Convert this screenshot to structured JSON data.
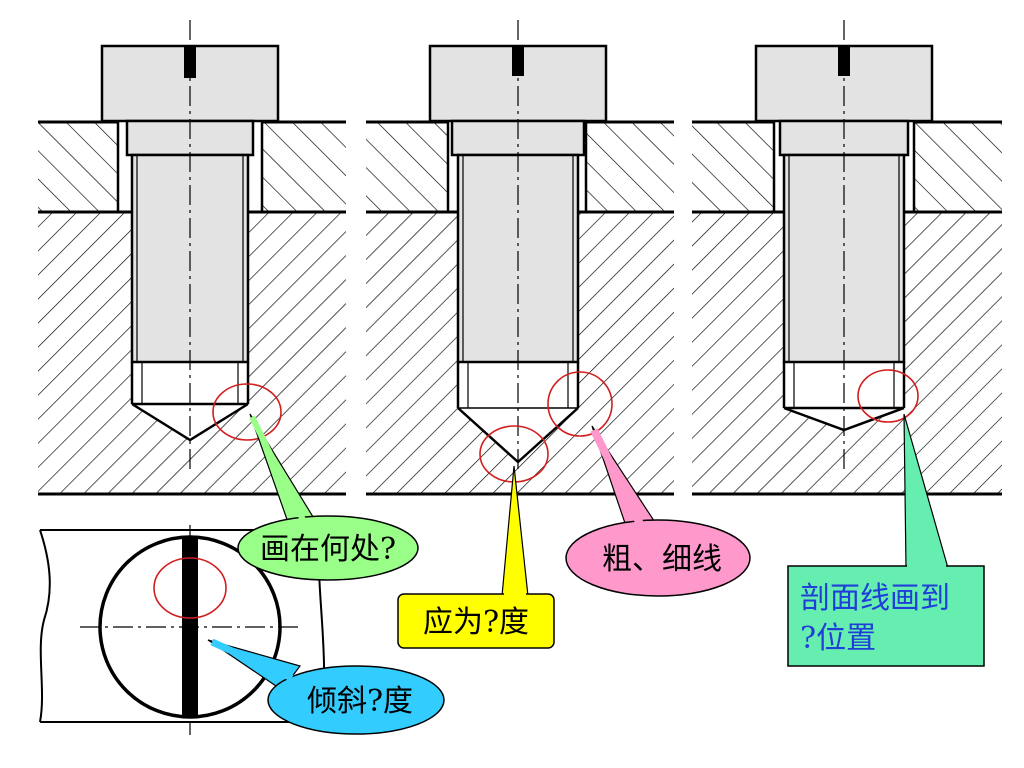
{
  "colors": {
    "bolt_fill": "#e3e3e3",
    "slot": "#000000",
    "highlight_circle": "#d21e1e",
    "callout_green": "#99ff88",
    "callout_yellow": "#ffff00",
    "callout_pink": "#ff99cc",
    "callout_cyan": "#33ccff",
    "callout_teal": "#66eeb0",
    "blue_text": "#1f3fd8"
  },
  "callouts": {
    "where_to_draw": "画在何处?",
    "angle_should_be": "应为?度",
    "thick_thin_lines": "粗、细线",
    "hatch_line_1": "剖面线画到",
    "hatch_line_2": "?位置",
    "tilt_angle": "倾斜?度"
  }
}
